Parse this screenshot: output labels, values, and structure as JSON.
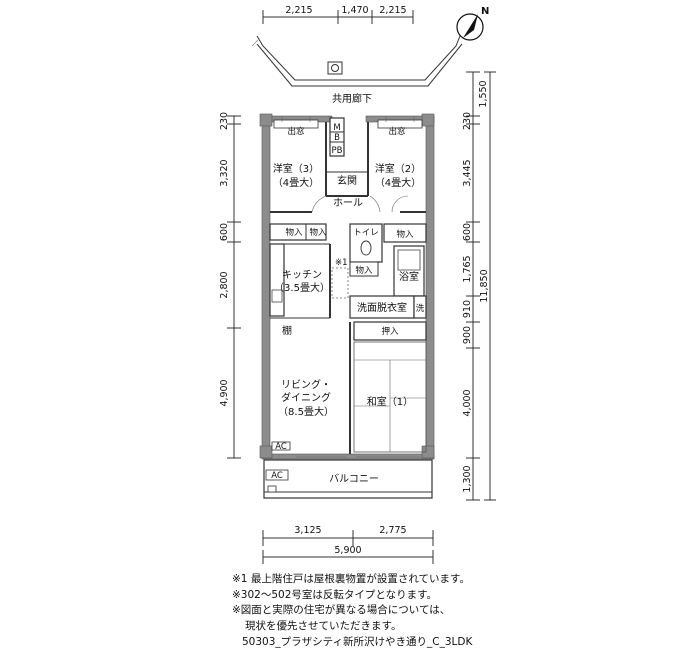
{
  "compass": {
    "north_label": "N"
  },
  "top_dims": [
    "2,215",
    "1,470",
    "2,215"
  ],
  "corridor_label": "共用廊下",
  "rooms": {
    "bedroom3": {
      "name": "洋室（3）",
      "size": "（4畳大）"
    },
    "bedroom2": {
      "name": "洋室（2）",
      "size": "（4畳大）"
    },
    "entrance": "玄関",
    "hall": "ホール",
    "window_left": "出窓",
    "window_right": "出窓",
    "mb": [
      "M",
      "B"
    ],
    "pb": [
      "P",
      "B"
    ],
    "storage1": "物入",
    "storage2": "物入",
    "storage3": "物入",
    "storage4": "物入",
    "toilet": "トイレ",
    "note_mark": "※1",
    "kitchen": {
      "name": "キッチン",
      "size": "（3.5畳大）"
    },
    "bath": "浴室",
    "washroom": "洗面脱衣室",
    "washer": "洗",
    "shelf": "棚",
    "closet": "押入",
    "living": {
      "line1": "リビング・",
      "line2": "ダイニング",
      "size": "（8.5畳大）"
    },
    "japanese": "和室（1）",
    "ac1": "AC",
    "ac2": "AC",
    "balcony": "バルコニー"
  },
  "left_dims": [
    "230",
    "3,320",
    "600",
    "2,800",
    "4,900"
  ],
  "right_dims": [
    "1,550",
    "230",
    "3,445",
    "600",
    "1,765",
    "910",
    "900",
    "4,000",
    "1,300"
  ],
  "right_total": "11,850",
  "bottom_dims": [
    "3,125",
    "2,775"
  ],
  "bottom_total": "5,900",
  "notes": [
    "※1 最上階住戸は屋根裏物置が設置されています。",
    "※302～502号室は反転タイプとなります。",
    "※図面と実際の住宅が異なる場合については、",
    "現状を優先させていただきます。"
  ],
  "footer": "50303_プラザシティ新所沢けやき通り_C_3LDK"
}
